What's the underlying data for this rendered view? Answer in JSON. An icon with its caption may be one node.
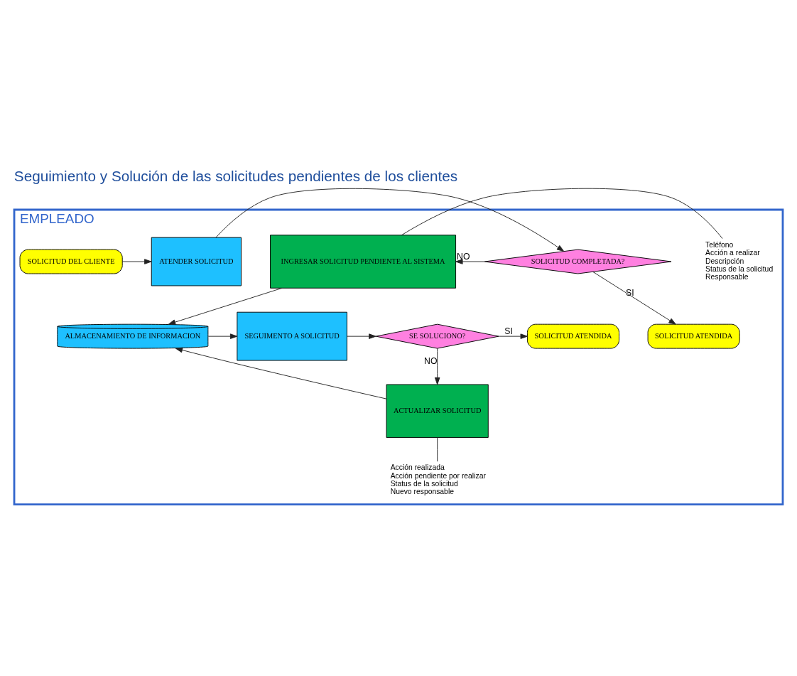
{
  "diagram": {
    "title": "Seguimiento y Solución de las solicitudes pendientes de los clientes",
    "nodes": [
      {
        "text": [
          "EMPLEADO"
        ]
      },
      {
        "text": [
          "SOLICITUD DEL CLIENTE"
        ],
        "in": 0
      },
      {
        "text": [
          "ATENDER SOLICITUD"
        ],
        "in": 0
      },
      {
        "text": [
          "SOLICITUD COMPLETADA?"
        ],
        "in": 0
      },
      {
        "text": [
          "INGRESAR SOLICITUD PENDIENTE AL SISTEMA"
        ],
        "in": 0
      },
      {
        "text": [
          "Teléfono",
          "Acción a realizar",
          "Descripción",
          "Status de la solicitud",
          "Responsable"
        ],
        "in": 0
      },
      {
        "text": [
          "SOLICITUD ATENDIDA"
        ],
        "in": 0
      },
      {
        "text": [
          "SOLICITUD ATENDIDA"
        ],
        "in": 0
      },
      {
        "text": [
          "SE SOLUCIONO?"
        ],
        "in": 0
      },
      {
        "text": [
          "SEGUIMENTO A SOLICITUD"
        ],
        "in": 0
      },
      {
        "text": [
          "ALMACENAMIENTO DE INFORMACION"
        ],
        "in": 0
      },
      {
        "text": [
          "ACTUALIZAR SOLICITUD"
        ],
        "in": 0
      },
      {
        "text": [
          "Acción realizada",
          "Acción pendiente por realizar",
          "Status de la solicitud",
          "Nuevo responsable"
        ],
        "in": 0
      }
    ],
    "edges": [
      {
        "from": 1,
        "to": 2,
        "arrow": "to"
      },
      {
        "from": 2,
        "to": 3,
        "arrow": "to"
      },
      {
        "from": 3,
        "to": 4,
        "arrow": "to",
        "label": "NO"
      },
      {
        "from": 3,
        "to": 6,
        "arrow": "to",
        "label": "SI"
      },
      {
        "from": 4,
        "to": 5,
        "arrow": "none"
      },
      {
        "from": 4,
        "to": 10,
        "arrow": "to"
      },
      {
        "from": 10,
        "to": 9,
        "arrow": "to"
      },
      {
        "from": 9,
        "to": 8,
        "arrow": "to"
      },
      {
        "from": 8,
        "to": 7,
        "arrow": "to",
        "label": "SI"
      },
      {
        "from": 8,
        "to": 11,
        "arrow": "to",
        "label": "NO"
      },
      {
        "from": 11,
        "to": 10,
        "arrow": "to"
      },
      {
        "from": 11,
        "to": 12,
        "arrow": "none"
      }
    ]
  }
}
